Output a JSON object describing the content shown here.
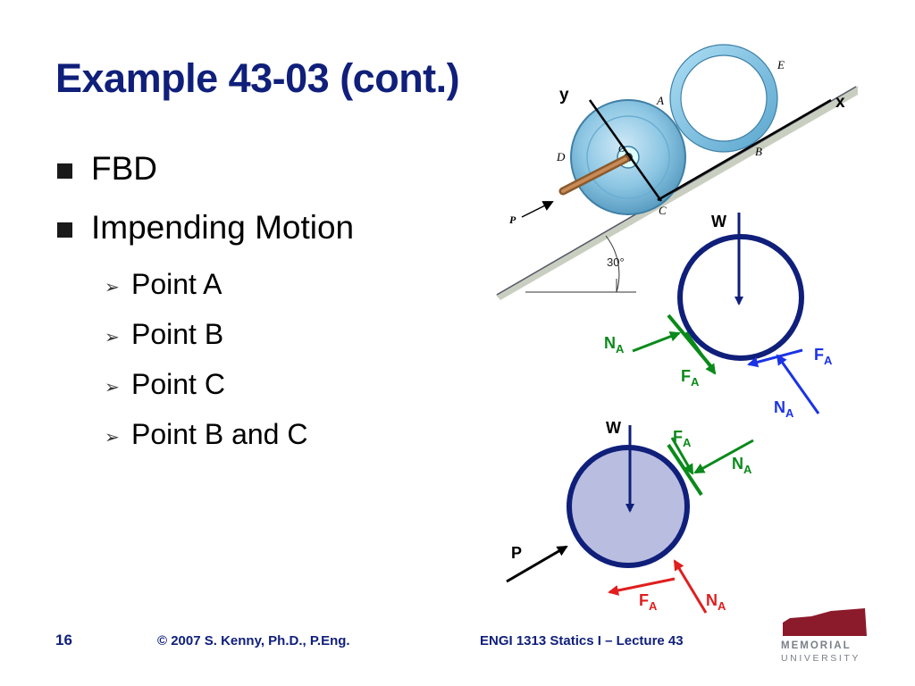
{
  "slide": {
    "title": "Example 43-03 (cont.)",
    "bullets": [
      {
        "text": "FBD",
        "level": 1
      },
      {
        "text": "Impending Motion",
        "level": 1
      },
      {
        "text": "Point A",
        "level": 2
      },
      {
        "text": "Point B",
        "level": 2
      },
      {
        "text": "Point C",
        "level": 2
      },
      {
        "text": "Point B and C",
        "level": 2
      }
    ]
  },
  "diagram": {
    "incline_angle": "30°",
    "axis_x": "x",
    "axis_y": "y",
    "point_labels": {
      "A": "A",
      "B": "B",
      "C": "C",
      "D": "D",
      "E": "E",
      "O": "O"
    },
    "force_P_small": "P",
    "fbd_upper": {
      "weight": "W",
      "normal": "N",
      "normal_sub": "A",
      "friction": "F",
      "friction_sub": "A"
    },
    "fbd_lower": {
      "weight": "W",
      "P": "P",
      "normal": "N",
      "normal_sub": "A",
      "friction": "F",
      "friction_sub": "A"
    },
    "colors": {
      "title": "#0f1f7a",
      "normal_force": "#0a8a1a",
      "reaction": "#1a33e6",
      "contact_red": "#e01e1e",
      "weight_arrow": "#0f1f7a"
    }
  },
  "footer": {
    "page_number": "16",
    "copyright": "© 2007 S. Kenny, Ph.D., P.Eng.",
    "course": "ENGI 1313 Statics I – Lecture 43"
  },
  "logo": {
    "line1": "MEMORIAL",
    "line2": "UNIVERSITY"
  }
}
